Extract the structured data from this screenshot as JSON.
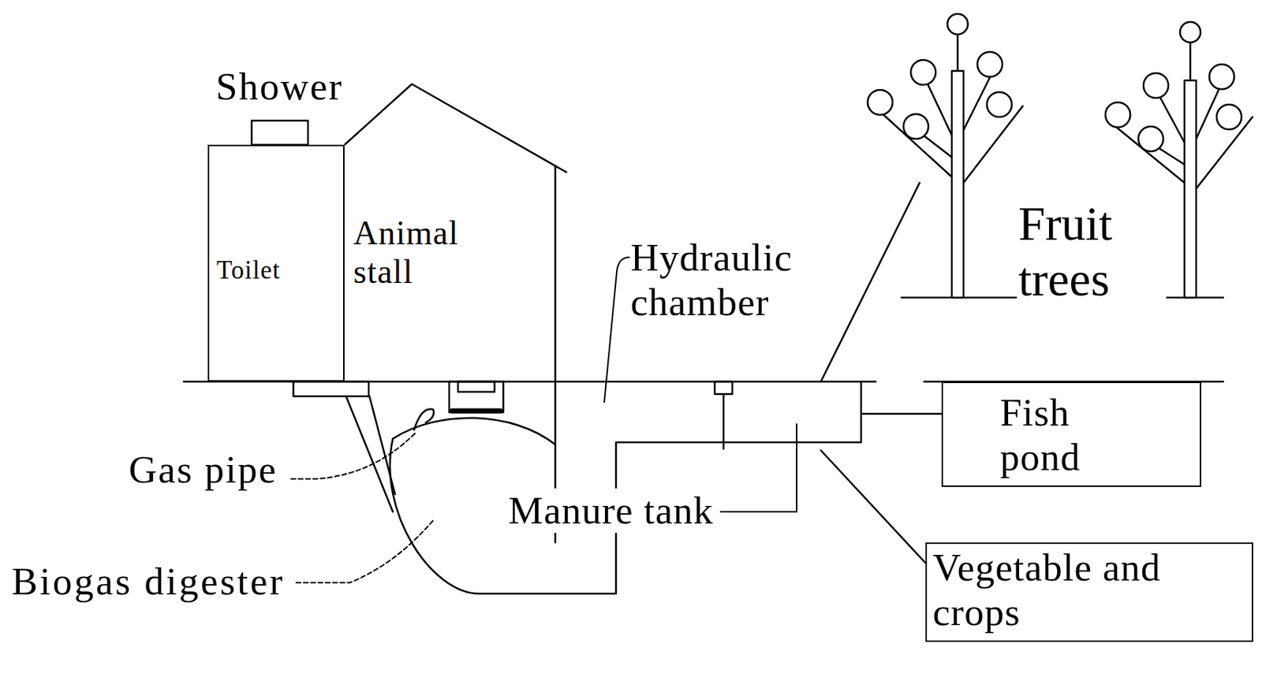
{
  "diagram": {
    "nodes": [
      {
        "text": [
          "Toilet"
        ]
      },
      {
        "text": [
          "Animal stall"
        ]
      },
      {
        "text": [
          "Fish pond"
        ]
      },
      {
        "text": [
          "Vegetable and crops"
        ]
      }
    ],
    "labels": [
      "Shower",
      "Hydraulic chamber",
      "Gas pipe",
      "Manure tank",
      "Biogas digester",
      "Fruit trees"
    ]
  }
}
